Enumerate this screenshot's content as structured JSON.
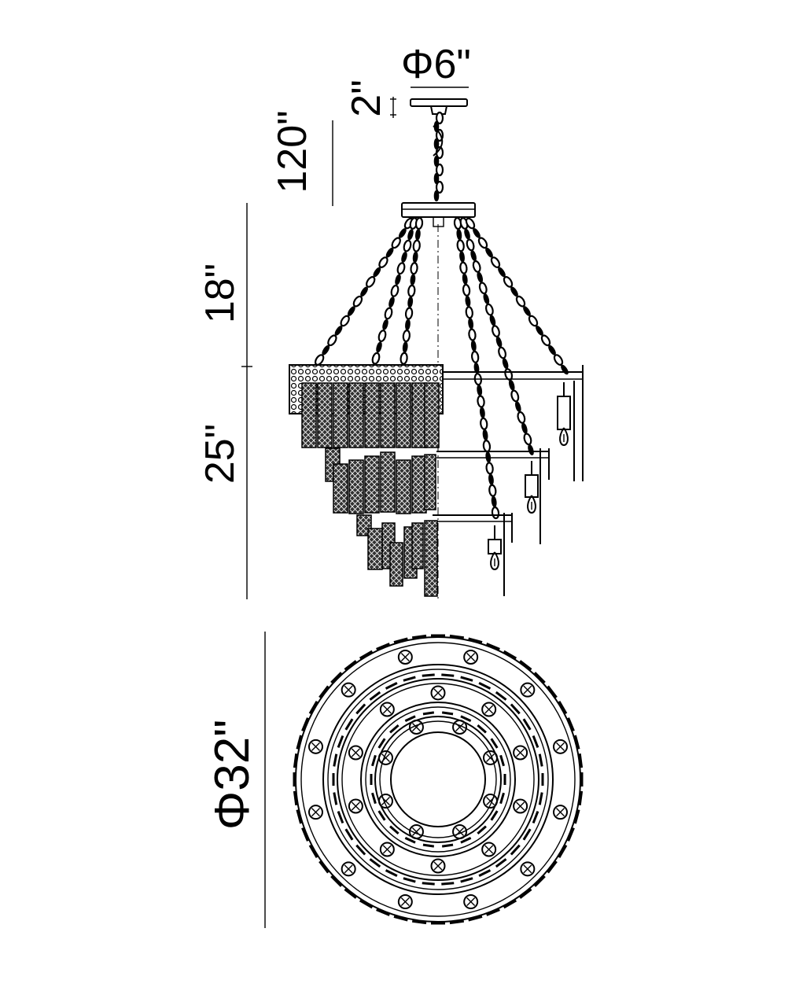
{
  "dimensions": {
    "canopy_diameter": "Φ6\"",
    "canopy_height": "2\"",
    "chain_length": "120\"",
    "suspension_height": "18\"",
    "body_height": "25\"",
    "overall_diameter": "Φ32\""
  },
  "colors": {
    "line": "#000000",
    "background": "#ffffff"
  }
}
